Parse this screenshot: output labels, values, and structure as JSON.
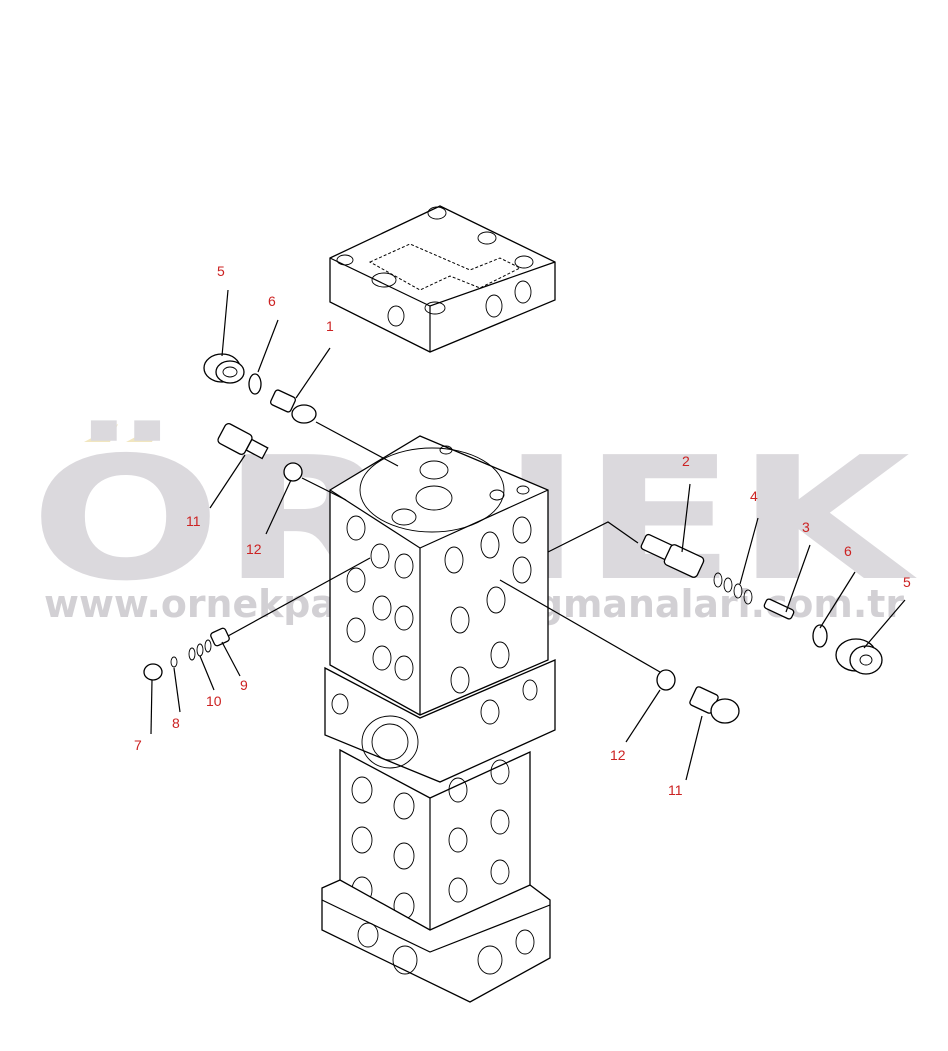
{
  "watermark": {
    "logo": "ÖRNEK",
    "url": "www.ornekparcakatalogmanalari.com.tr",
    "logo_color": "#d9d7db",
    "accent_color": "#f3e9c4"
  },
  "callout_color": "#cc2222",
  "callouts": [
    {
      "id": "c5a",
      "label": "5"
    },
    {
      "id": "c6a",
      "label": "6"
    },
    {
      "id": "c1",
      "label": "1"
    },
    {
      "id": "c11a",
      "label": "11"
    },
    {
      "id": "c12a",
      "label": "12"
    },
    {
      "id": "c2",
      "label": "2"
    },
    {
      "id": "c4",
      "label": "4"
    },
    {
      "id": "c3",
      "label": "3"
    },
    {
      "id": "c6b",
      "label": "6"
    },
    {
      "id": "c5b",
      "label": "5"
    },
    {
      "id": "c9",
      "label": "9"
    },
    {
      "id": "c10",
      "label": "10"
    },
    {
      "id": "c8",
      "label": "8"
    },
    {
      "id": "c7",
      "label": "7"
    },
    {
      "id": "c12b",
      "label": "12"
    },
    {
      "id": "c11b",
      "label": "11"
    }
  ]
}
